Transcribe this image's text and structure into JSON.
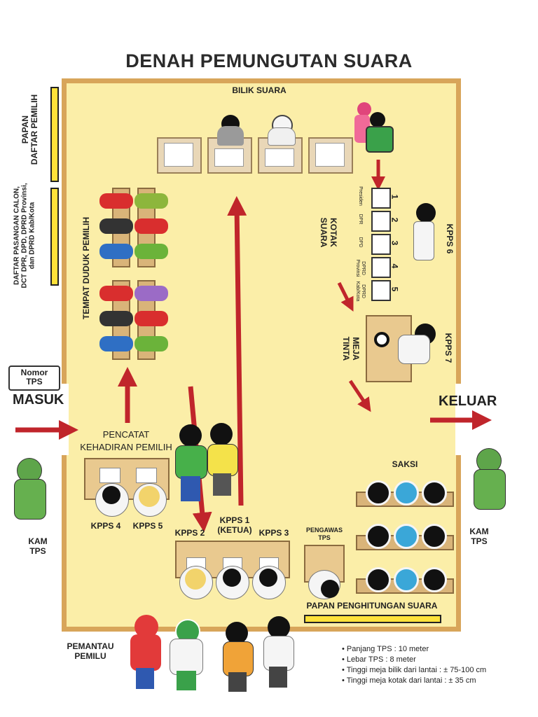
{
  "title": "DENAH PEMUNGUTAN SUARA",
  "labels": {
    "bilik_suara": "BILIK SUARA",
    "papan_daftar_pemilih": "PAPAN\nDAFTAR PEMILIH",
    "daftar_pasangan": "DAFTAR PASANGAN CALON,\nDCT DPR, DPD, DPRD Provinsi,\ndan DPRD Kab/Kota",
    "tempat_duduk_pemilih": "TEMPAT DUDUK PEMILIH",
    "nomor_tps": "Nomor\nTPS",
    "masuk": "MASUK",
    "keluar": "KELUAR",
    "kotak_suara": "KOTAK\nSUARA",
    "meja_tinta": "MEJA\nTINTA",
    "pencatat": "PENCATAT\nKEHADIRAN PEMILIH",
    "saksi": "SAKSI",
    "pengawas_tps": "PENGAWAS\nTPS",
    "papan_penghitungan": "PAPAN PENGHITUNGAN SUARA",
    "pemantau_pemilu": "PEMANTAU\nPEMILU",
    "kam_tps": "KAM\nTPS",
    "kpps1": "KPPS 1\n(KETUA)",
    "kpps2": "KPPS 2",
    "kpps3": "KPPS 3",
    "kpps4": "KPPS 4",
    "kpps5": "KPPS 5",
    "kpps6": "KPPS 6",
    "kpps7": "KPPS 7"
  },
  "ballot_boxes": [
    {
      "num": "1",
      "label": "Presiden"
    },
    {
      "num": "2",
      "label": "DPR"
    },
    {
      "num": "3",
      "label": "DPD"
    },
    {
      "num": "4",
      "label": "DPRD\nProvinsi"
    },
    {
      "num": "5",
      "label": "DPRD\nKab/Kota"
    }
  ],
  "notes": [
    "Panjang TPS : 10 meter",
    "Lebar TPS      : 8 meter",
    "Tinggi meja bilik dari lantai   : ± 75-100 cm",
    "Tinggi meja kotak dari lantai  : ± 35 cm"
  ],
  "colors": {
    "floor": "#fbeea8",
    "wall": "#d8a55a",
    "arrow": "#c0252b",
    "board": "#ffe23a"
  }
}
